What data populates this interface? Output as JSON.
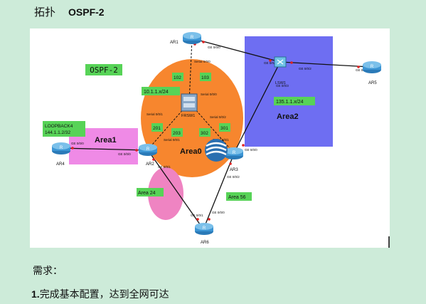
{
  "header": {
    "title_cn": "拓扑",
    "title_en": "OSPF-2"
  },
  "diagram": {
    "ospf_label": "OSPF-2",
    "area0": "Area0",
    "area1": "Area1",
    "area2": "Area2",
    "area24": "Area 24",
    "area56": "Area 56",
    "loopback": "LOOPBACK4",
    "loopback_ip": "144.1.1.2/32",
    "net_10": "10.1.1.x/24",
    "net_135": "135.1.1.x/24",
    "devices": {
      "ar1": "AR1",
      "ar2": "AR2",
      "ar3": "AR3",
      "ar4": "AR4",
      "ar5": "AR5",
      "ar6": "AR6",
      "sw": "LSW1",
      "fr": "FRSW1"
    },
    "ports": {
      "ar1_s": "Serial 0/0/0",
      "ar1_ge": "GE 0/0/0",
      "sw_ge1": "GE 0/0/1",
      "sw_ge2": "GE 0/0/2",
      "sw_ge3": "GE 0/0/3",
      "ar5_ge": "GE 0/0/0",
      "fr_s1": "Serial 0/0/1",
      "fr_s2": "Serial 0/0/2",
      "fr_s0": "Serial 0/0/0",
      "ar2_s": "Serial 0/0/1",
      "ar3_s": "Serial 0/0/1",
      "ar4_ge": "GE 0/0/0",
      "ar2_ge0": "GE 0/0/0",
      "ar2_ge1": "GE 0/0/1",
      "ar3_ge0": "GE 0/0/0",
      "ar3_ge2": "GE 0/0/2",
      "ar6_ge1": "GE 0/0/1",
      "ar6_ge0": "GE 0/0/0"
    },
    "dlci": {
      "d102": "102",
      "d103": "103",
      "d201": "201",
      "d203": "203",
      "d302": "302",
      "d301": "301"
    }
  },
  "requirements": {
    "heading": "需求：",
    "item1_num": "1.",
    "item1_text": "完成基本配置，达到全网可达"
  }
}
